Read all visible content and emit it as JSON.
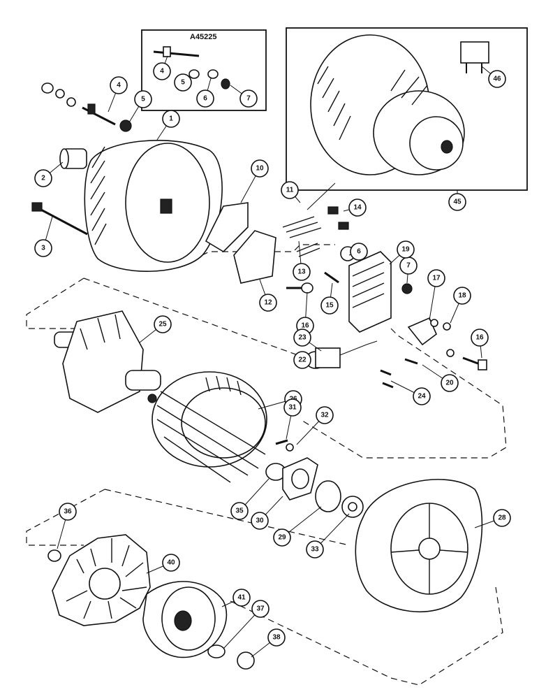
{
  "diagram": {
    "inset_title": "A45225",
    "callouts": [
      {
        "id": "c1",
        "label": "1"
      },
      {
        "id": "c2",
        "label": "2"
      },
      {
        "id": "c3",
        "label": "3"
      },
      {
        "id": "c4",
        "label": "4"
      },
      {
        "id": "c5",
        "label": "5"
      },
      {
        "id": "c4b",
        "label": "4"
      },
      {
        "id": "c5b",
        "label": "5"
      },
      {
        "id": "c6b",
        "label": "6"
      },
      {
        "id": "c7b",
        "label": "7"
      },
      {
        "id": "c6",
        "label": "6"
      },
      {
        "id": "c7",
        "label": "7"
      },
      {
        "id": "c10",
        "label": "10"
      },
      {
        "id": "c11",
        "label": "11"
      },
      {
        "id": "c12",
        "label": "12"
      },
      {
        "id": "c13",
        "label": "13"
      },
      {
        "id": "c14",
        "label": "14"
      },
      {
        "id": "c15",
        "label": "15"
      },
      {
        "id": "c16",
        "label": "16"
      },
      {
        "id": "c16b",
        "label": "16"
      },
      {
        "id": "c17",
        "label": "17"
      },
      {
        "id": "c18",
        "label": "18"
      },
      {
        "id": "c19",
        "label": "19"
      },
      {
        "id": "c20",
        "label": "20"
      },
      {
        "id": "c22",
        "label": "22"
      },
      {
        "id": "c23",
        "label": "23"
      },
      {
        "id": "c24",
        "label": "24"
      },
      {
        "id": "c25",
        "label": "25"
      },
      {
        "id": "c26",
        "label": "26"
      },
      {
        "id": "c28",
        "label": "28"
      },
      {
        "id": "c29",
        "label": "29"
      },
      {
        "id": "c30",
        "label": "30"
      },
      {
        "id": "c31",
        "label": "31"
      },
      {
        "id": "c32",
        "label": "32"
      },
      {
        "id": "c33",
        "label": "33"
      },
      {
        "id": "c35",
        "label": "35"
      },
      {
        "id": "c36",
        "label": "36"
      },
      {
        "id": "c37",
        "label": "37"
      },
      {
        "id": "c38",
        "label": "38"
      },
      {
        "id": "c40",
        "label": "40"
      },
      {
        "id": "c41",
        "label": "41"
      },
      {
        "id": "c45",
        "label": "45"
      },
      {
        "id": "c46",
        "label": "46"
      }
    ]
  }
}
